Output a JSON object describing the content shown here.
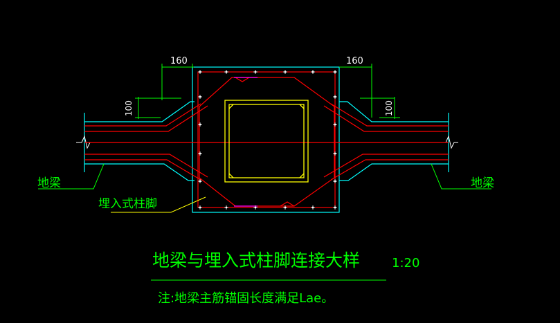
{
  "dimensions": {
    "top_left_width": "160",
    "top_right_width": "160",
    "left_height": "100",
    "right_height": "100"
  },
  "labels": {
    "beam_left": "地梁",
    "beam_right": "地梁",
    "column_base": "埋入式柱脚"
  },
  "title": {
    "main": "地梁与埋入式柱脚连接大样",
    "scale": "1:20",
    "note": "注:地梁主筋锚固长度满足Lae。"
  },
  "colors": {
    "background": "#000000",
    "concrete_outline": "#00ffff",
    "rebar": "#ff0000",
    "dimension": "#00ff00",
    "steel_column": "#ffff00",
    "stirrup": "#ff00ff",
    "rebar_point": "#ffffff"
  }
}
